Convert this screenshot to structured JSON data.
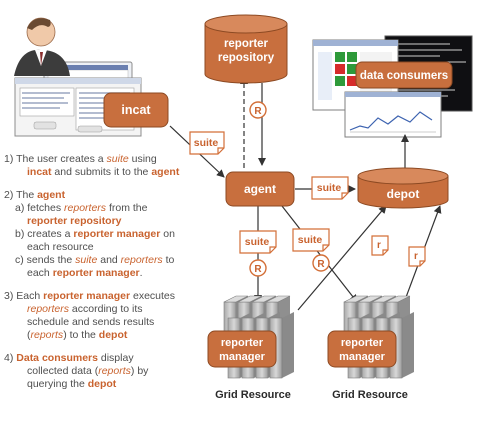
{
  "nodes": {
    "reporter_repository": [
      "reporter",
      "repository"
    ],
    "incat": "incat",
    "agent": "agent",
    "depot": "depot",
    "data_consumers": "data consumers",
    "reporter_manager": [
      "reporter",
      "manager"
    ]
  },
  "documents": {
    "suite": "suite",
    "reporter": "R",
    "report": "r"
  },
  "grid_resource_label": "Grid Resource",
  "steps": [
    {
      "lines": [
        [
          {
            "t": "1) The user creates a "
          },
          {
            "t": "suite",
            "c": "em"
          },
          {
            "t": " using"
          }
        ],
        [
          {
            "t": "incat",
            "c": "key"
          },
          {
            "t": " and submits it to the "
          },
          {
            "t": "agent",
            "c": "key"
          }
        ]
      ],
      "indent": [
        1,
        3
      ]
    },
    {
      "lines": [
        [
          {
            "t": "2) The "
          },
          {
            "t": "agent",
            "c": "key"
          }
        ],
        [
          {
            "t": "a) fetches "
          },
          {
            "t": "reporters",
            "c": "em"
          },
          {
            "t": " from the"
          }
        ],
        [
          {
            "t": "reporter repository",
            "c": "key"
          }
        ],
        [
          {
            "t": "b) creates a "
          },
          {
            "t": "reporter manager",
            "c": "key"
          },
          {
            "t": " on"
          }
        ],
        [
          {
            "t": "each resource"
          }
        ],
        [
          {
            "t": "c) sends the "
          },
          {
            "t": "suite",
            "c": "em"
          },
          {
            "t": " and "
          },
          {
            "t": "reporters",
            "c": "em"
          },
          {
            "t": " to"
          }
        ],
        [
          {
            "t": "each "
          },
          {
            "t": "reporter manager",
            "c": "key"
          },
          {
            "t": "."
          }
        ]
      ],
      "indent": [
        1,
        2,
        3,
        2,
        3,
        2,
        3
      ]
    },
    {
      "lines": [
        [
          {
            "t": "3) Each "
          },
          {
            "t": "reporter manager",
            "c": "key"
          },
          {
            "t": " executes"
          }
        ],
        [
          {
            "t": "reporters",
            "c": "em"
          },
          {
            "t": " according to its"
          }
        ],
        [
          {
            "t": "schedule and sends results"
          }
        ],
        [
          {
            "t": "("
          },
          {
            "t": "reports",
            "c": "em"
          },
          {
            "t": ") to the "
          },
          {
            "t": "depot",
            "c": "key"
          }
        ]
      ],
      "indent": [
        1,
        3,
        3,
        3
      ]
    },
    {
      "lines": [
        [
          {
            "t": "4) "
          },
          {
            "t": "Data consumers",
            "c": "key"
          },
          {
            "t": " display"
          }
        ],
        [
          {
            "t": "collected data ("
          },
          {
            "t": "reports",
            "c": "em"
          },
          {
            "t": ") by"
          }
        ],
        [
          {
            "t": "querying the "
          },
          {
            "t": "depot",
            "c": "key"
          }
        ]
      ],
      "indent": [
        1,
        3,
        3
      ]
    }
  ],
  "colors": {
    "node_fill": "#c86f3e",
    "node_edge": "#8d4a23",
    "doc_outline": "#d36f38",
    "text": "#4f4f4f",
    "accent": "#c9632f",
    "server": "#b9b9b9"
  }
}
